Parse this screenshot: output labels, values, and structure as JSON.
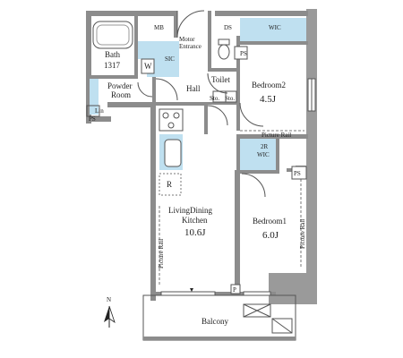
{
  "rooms": {
    "mb": "MB",
    "ds": "DS",
    "wic_top": "WIC",
    "entrance_line1": "Motor",
    "entrance_line2": "Entrance",
    "sic": "SIC",
    "ps_top": "PS",
    "bath_name": "Bath",
    "bath_size": "1317",
    "wm": "W",
    "powder_line1": "Powder",
    "powder_line2": "Room",
    "lin": "Lin",
    "ps_left": "PS",
    "hall": "Hall",
    "toilet": "Toilet",
    "sto1": "Sto.",
    "sto2": "Sto.",
    "bedroom2_name": "Bedroom2",
    "bedroom2_size": "4.5J",
    "picture_rail_1": "Picture Rail",
    "wic2_line1": "2R",
    "wic2_line2": "WIC",
    "ps_right": "PS",
    "fridge": "R",
    "ldk_line1": "LivingDining",
    "ldk_line2": "Kitchen",
    "ldk_size": "10.6J",
    "picture_rail_2": "Picture Rail",
    "bedroom1_name": "Bedroom1",
    "bedroom1_size": "6.0J",
    "picture_rail_3": "Picture Rail",
    "p_box": "P",
    "balcony": "Balcony",
    "north": "N"
  },
  "colors": {
    "wall": "#8c8c8c",
    "wet_area": "#bfe0f0",
    "background": "#ffffff"
  }
}
